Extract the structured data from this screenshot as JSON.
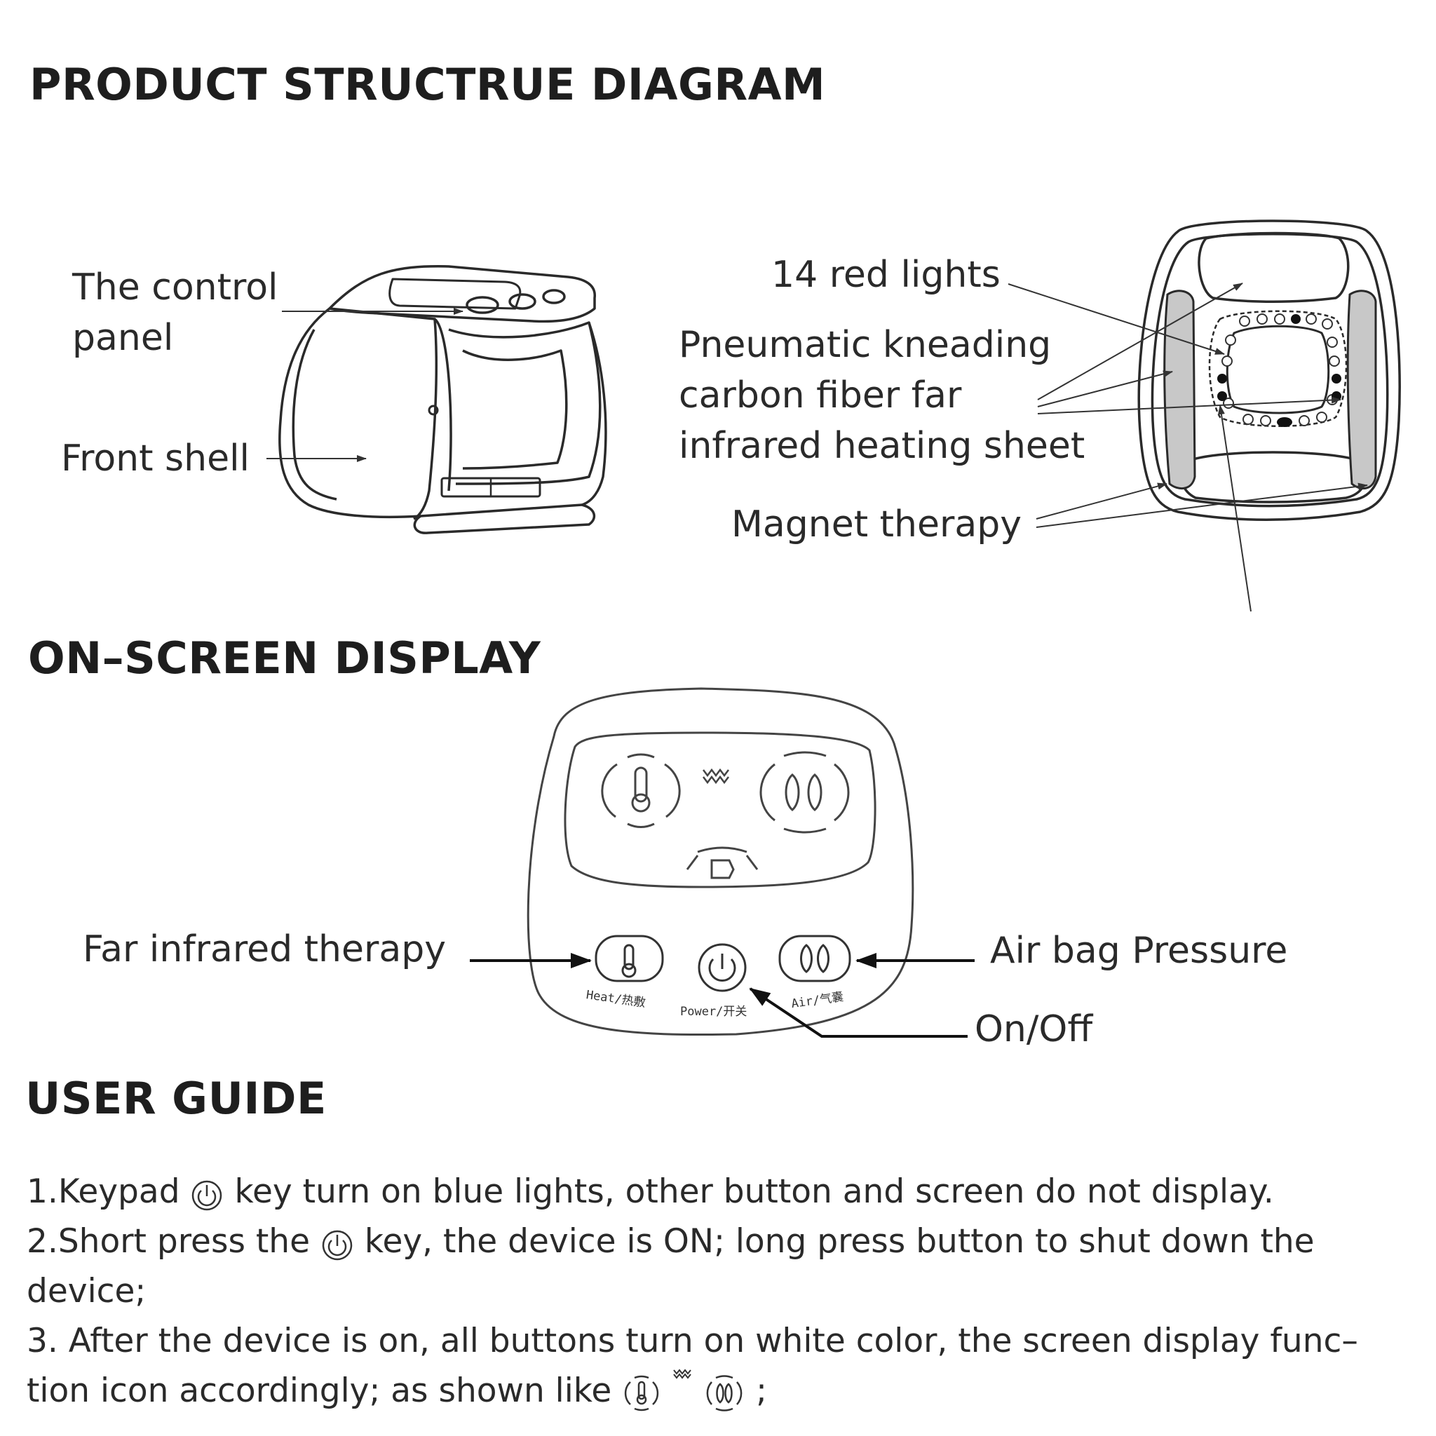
{
  "sections": {
    "structure_title": "PRODUCT STRUCTRUE DIAGRAM",
    "display_title": "ON–SCREEN DISPLAY",
    "guide_title": "USER GUIDE"
  },
  "structure_labels": {
    "control_panel_1": "The control",
    "control_panel_2": "panel",
    "front_shell": "Front shell",
    "red_lights": "14 red lights",
    "pneumatic_1": "Pneumatic kneading",
    "pneumatic_2": "carbon fiber far",
    "pneumatic_3": "infrared heating sheet",
    "magnet": "Magnet therapy"
  },
  "display_labels": {
    "far_infrared": "Far infrared therapy",
    "air_bag": "Air bag Pressure",
    "on_off": "On/Off",
    "heat_caption": "Heat/热敷",
    "power_caption": "Power/开关",
    "air_caption": "Air/气囊"
  },
  "guide": {
    "line1_a": "1.Keypad",
    "line1_b": "key turn on blue lights, other button and screen do not display.",
    "line2_a": "2.Short press the",
    "line2_b": "key, the device is ON; long press button to shut down the",
    "line3": "device;",
    "line4": "3. After the device is on, all buttons turn on white color, the screen display func–",
    "line5_a": "tion icon accordingly; as shown like",
    "line5_b": ";"
  }
}
